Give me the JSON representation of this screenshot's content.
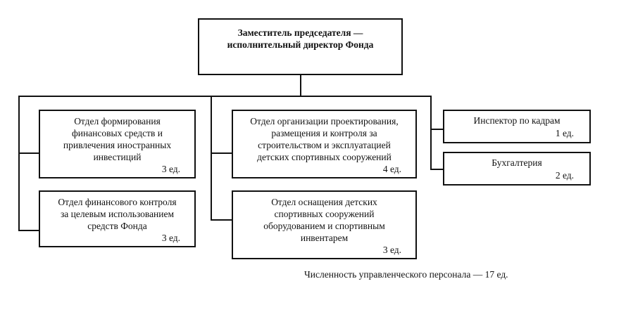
{
  "root": {
    "title_line1": "Заместитель председателя —",
    "title_line2": "исполнительный директор Фонда"
  },
  "units": [
    {
      "lines": [
        "Отдел формирования",
        "финансовых средств и",
        "привлечения иностранных",
        "инвестиций"
      ],
      "count": "3 ед."
    },
    {
      "lines": [
        "Отдел финансового контроля",
        "за целевым использованием",
        "средств Фонда"
      ],
      "count": "3 ед."
    },
    {
      "lines": [
        "Отдел организации проектирования,",
        "размещения и контроля за",
        "строительством и эксплуатацией",
        "детских спортивных сооружений"
      ],
      "count": "4 ед."
    },
    {
      "lines": [
        "Отдел оснащения детских",
        "спортивных сооружений",
        "оборудованием и спортивным",
        "инвентарем"
      ],
      "count": "3 ед."
    },
    {
      "lines": [
        "Инспектор по кадрам"
      ],
      "count": "1 ед."
    },
    {
      "lines": [
        "Бухгалтерия"
      ],
      "count": "2 ед."
    }
  ],
  "footer": "Численность управленческого персонала — 17 ед."
}
